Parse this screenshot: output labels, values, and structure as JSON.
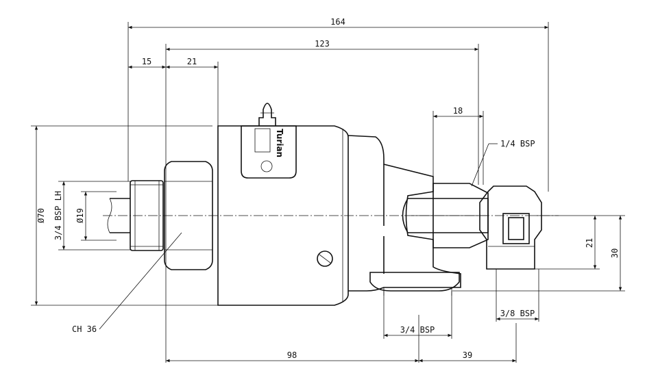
{
  "drawing": {
    "brand_label": "Turian",
    "dimensions": {
      "overall_length": "164",
      "length_123": "123",
      "left_offset": "15",
      "nut_length": "21",
      "outlet_width": "18",
      "bottom_left": "98",
      "bottom_right": "39",
      "right_height_small": "21",
      "right_height_large": "30",
      "outer_diameter": "Ø70",
      "bore_diameter": "Ø19"
    },
    "labels": {
      "inlet_thread": "3/4 BSP LH",
      "top_port_thread": "1/4 BSP",
      "side_port_thread": "3/8 BSP",
      "bottom_port_thread": "3/4 BSP",
      "hex_size": "CH 36"
    }
  }
}
